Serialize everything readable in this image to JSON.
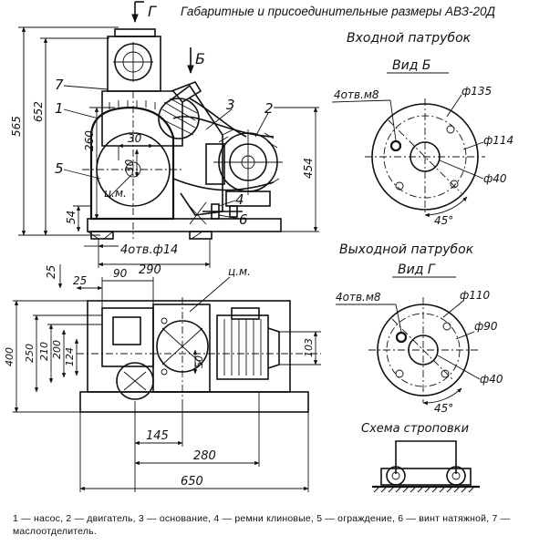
{
  "title": "Габаритные и присоединительные размеры АВЗ-20Д",
  "view_arrows": {
    "g": "Г",
    "b": "Б"
  },
  "part_numbers": [
    "7",
    "1",
    "5",
    "3",
    "2",
    "4",
    "6"
  ],
  "labels": {
    "center_mass": "ц.м.",
    "center_mass_top": "ц.м."
  },
  "dims_front": {
    "h565": "565",
    "h652": "652",
    "h260": "260",
    "h454": "454",
    "d30a": "30",
    "d30b": "30",
    "d54": "54",
    "holes": "4отв.ф14",
    "w290": "290"
  },
  "dims_plan": {
    "d25a": "25",
    "d25b": "25",
    "d90": "90",
    "h400": "400",
    "h250": "250",
    "h210": "210",
    "h200": "200",
    "h124": "124",
    "d50": "50",
    "d103": "103",
    "w145": "145",
    "w280": "280",
    "w650": "650"
  },
  "inlet": {
    "title": "Входной патрубок",
    "view": "Вид Б",
    "holes": "4отв.м8",
    "d135": "ф135",
    "d114": "ф114",
    "d40": "ф40",
    "angle": "45°"
  },
  "outlet": {
    "title": "Выходной патрубок",
    "view": "Вид Г",
    "holes": "4отв.м8",
    "d110": "ф110",
    "d90": "ф90",
    "d40": "ф40",
    "angle": "45°"
  },
  "sling": {
    "title": "Схема строповки"
  },
  "legend": "1 — насос, 2 — двигатель, 3 — основание, 4 — ремни клиновые, 5 — ограждение, 6 — винт натяжной, 7 — маслоотделитель."
}
